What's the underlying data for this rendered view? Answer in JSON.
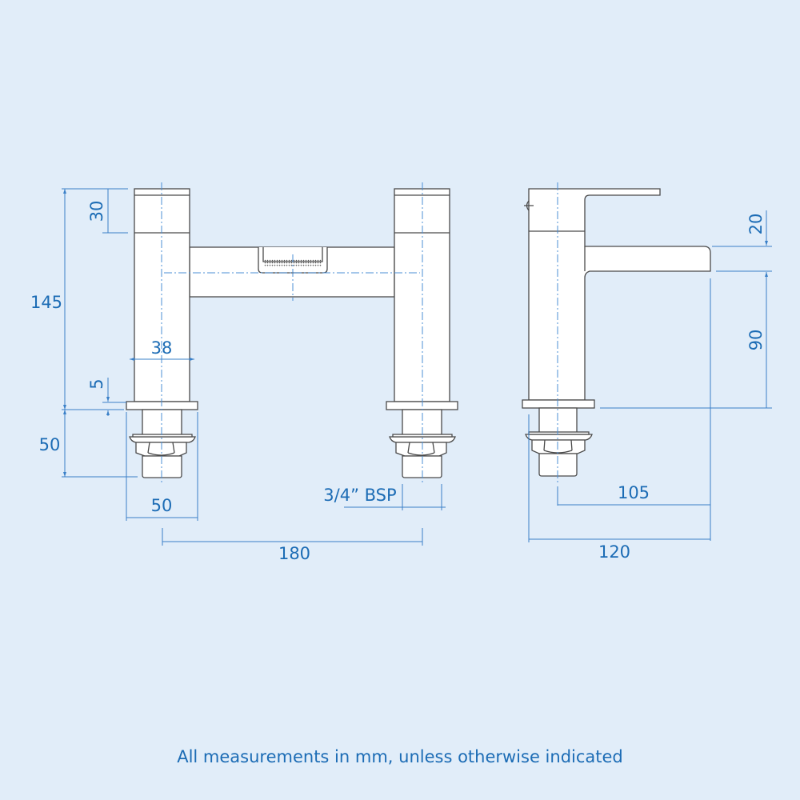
{
  "colors": {
    "background": "#e1edf9",
    "dimension": "#1c6cb5",
    "outline": "#4a4a4a"
  },
  "dimensions": {
    "total_height": "145",
    "handle_height": "30",
    "base_thickness": "5",
    "pillar_width": "38",
    "shank_length": "50",
    "base_width": "50",
    "centres": "180",
    "thread": "3/4” BSP",
    "spout_height": "20",
    "spout_clearance": "90",
    "spout_projection": "105",
    "overall_depth": "120"
  },
  "footer": "All measurements in mm, unless otherwise indicated"
}
